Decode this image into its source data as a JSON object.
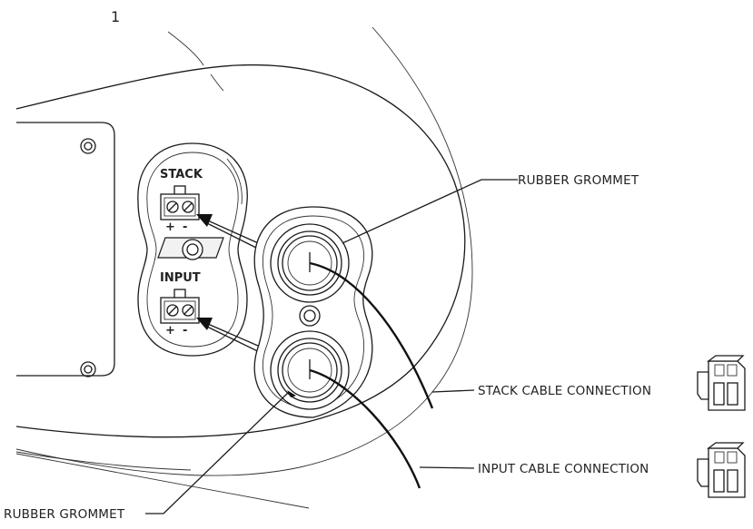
{
  "diagram": {
    "figure_number": "1",
    "panel_labels": {
      "stack": "STACK",
      "input": "INPUT",
      "plus": "+",
      "minus": "-"
    },
    "callouts": {
      "rubber_grommet_top": "RUBBER GROMMET",
      "stack_cable": "STACK CABLE CONNECTION",
      "input_cable": "INPUT CABLE CONNECTION",
      "rubber_grommet_bottom": "RUBBER GROMMET"
    }
  }
}
